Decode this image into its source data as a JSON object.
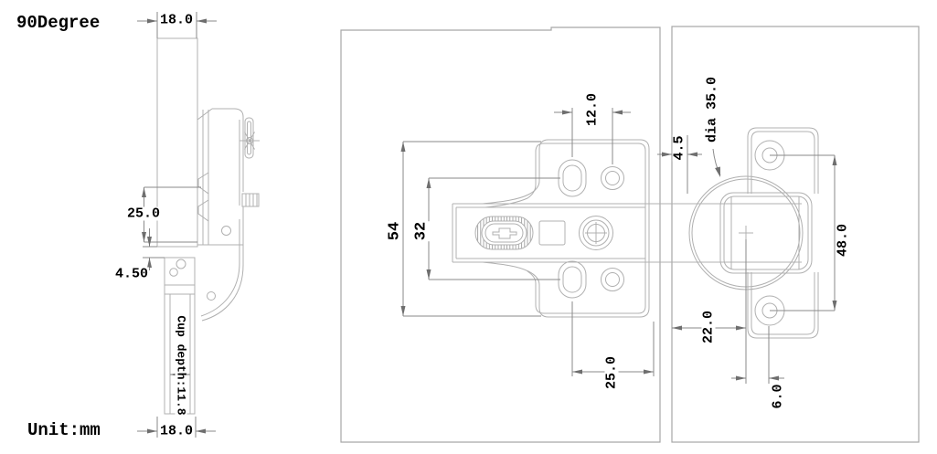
{
  "drawing": {
    "title": "90Degree",
    "unit": "Unit:mm",
    "side_view": {
      "door_width_top": "18.0",
      "arm_to_edge": "25.0",
      "gap": "4.50",
      "cup_depth": "Cup depth:11.8",
      "door_width_bottom": "18.0"
    },
    "plate_view": {
      "hole_pitch": "12.0",
      "plate_length": "54",
      "slot_pitch": "32",
      "slot_to_cup": "25.0"
    },
    "cup_view": {
      "edge_distance": "4.5",
      "cup_diameter": "dia 35.0",
      "screw_pitch": "48.0",
      "edge_to_center": "22.0",
      "center_to_screw": "6.0"
    },
    "colors": {
      "part_line": "#b0b0b0",
      "board_line": "#a6a6a6",
      "dimension_line": "#8a8a8a",
      "text": "#000000",
      "background": "#ffffff"
    }
  }
}
